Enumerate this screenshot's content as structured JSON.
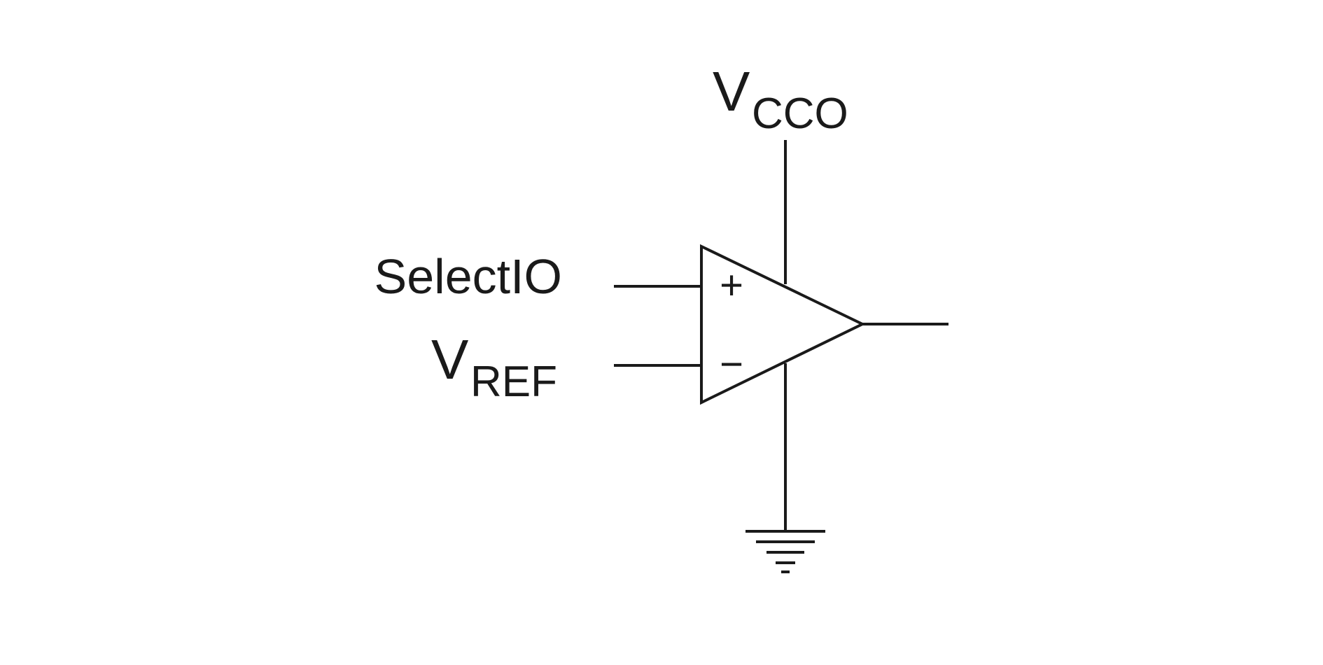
{
  "labels": {
    "vcco_main": "V",
    "vcco_sub": "CCO",
    "selectio": "SelectIO",
    "vref_main": "V",
    "vref_sub": "REF",
    "plus_sign": "+",
    "minus_sign": "−"
  },
  "icons": {
    "comparator": "op-amp-triangle-icon",
    "ground": "ground-icon"
  }
}
